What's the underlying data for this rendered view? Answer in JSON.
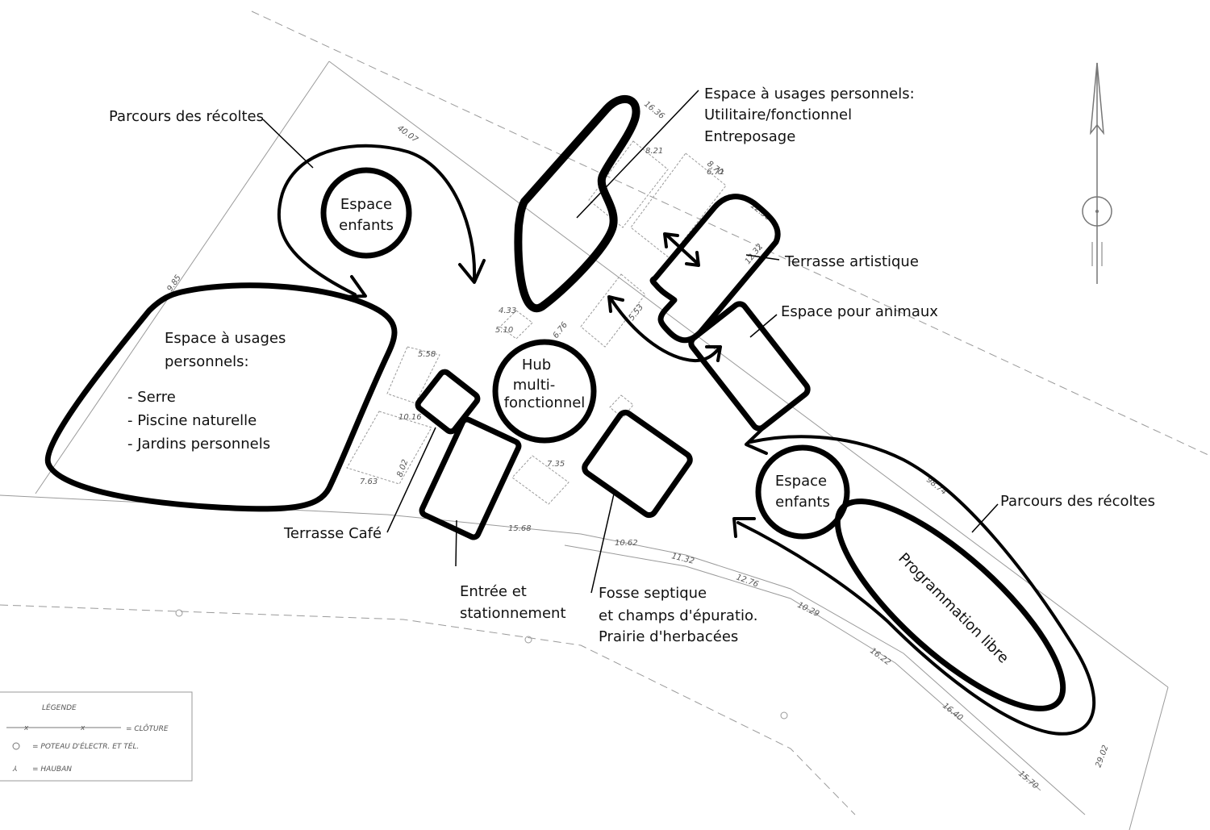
{
  "labels": {
    "parcours_top": "Parcours des récoltes",
    "espace_enfants_top_l1": "Espace",
    "espace_enfants_top_l2": "enfants",
    "espace_personnel_left_l1": "Espace à usages",
    "espace_personnel_left_l2": "personnels:",
    "serre": "- Serre",
    "piscine": "- Piscine naturelle",
    "jardins": "- Jardins personnels",
    "espace_personnel_top_l1": "Espace à usages personnels:",
    "espace_personnel_top_l2": "Utilitaire/fonctionnel",
    "espace_personnel_top_l3": "Entreposage",
    "terrasse_artistique": "Terrasse artistique",
    "espace_animaux": "Espace pour animaux",
    "hub_l1": "Hub",
    "hub_l2": "multi-",
    "hub_l3": "fonctionnel",
    "terrasse_cafe": "Terrasse Café",
    "entree_l1": "Entrée et",
    "entree_l2": "stationnement",
    "fosse_l1": "Fosse septique",
    "fosse_l2": "et champs d'épuratio.",
    "fosse_l3": "Prairie d'herbacées",
    "espace_enfants_right_l1": "Espace",
    "espace_enfants_right_l2": "enfants",
    "parcours_right": "Parcours des récoltes",
    "programmation": "Programmation libre"
  },
  "dimensions": [
    "40.07",
    "16.36",
    "8.21",
    "8.70",
    "6.71",
    "12.30",
    "12.32",
    "6.76",
    "5.53",
    "4.33",
    "5.10",
    "5.58",
    "10.16",
    "8.02",
    "7.63",
    "7.35",
    "15.68",
    "10.62",
    "11.32",
    "12.76",
    "10.29",
    "16.22",
    "16.40",
    "15.70",
    "29.02",
    "98.74",
    "9.85"
  ],
  "legend": {
    "title": "LÉGENDE",
    "cloture": "= CLÔTURE",
    "poteau": "= POTEAU D'ÉLECTR. ET TÉL.",
    "hauban": "= HAUBAN"
  }
}
